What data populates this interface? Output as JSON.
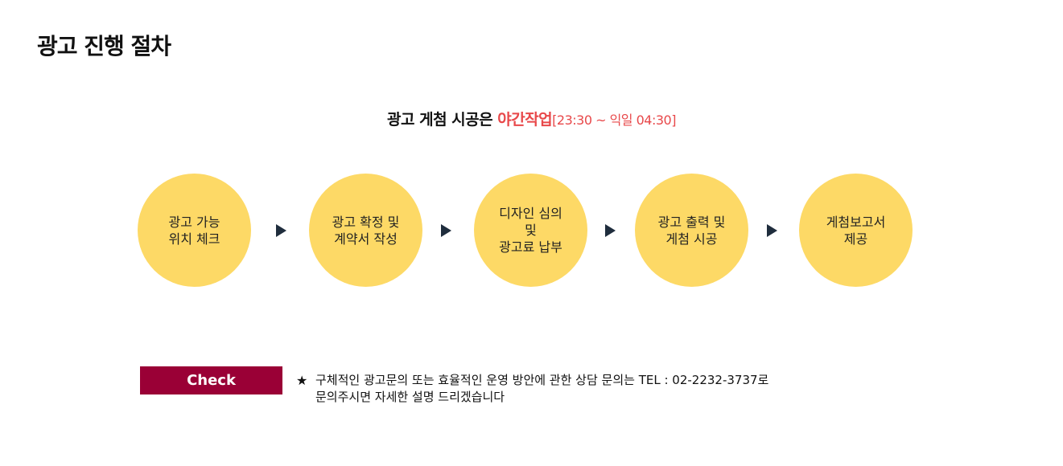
{
  "page": {
    "title": "광고 진행 절차"
  },
  "headline": {
    "prefix": "광고 게첨 시공은 ",
    "accent": "야간작업",
    "time": "[23:30 ~ 익일 04:30]"
  },
  "steps": [
    {
      "lines": [
        "광고 가능",
        "위치 체크"
      ]
    },
    {
      "lines": [
        "광고 확정 및",
        "계약서 작성"
      ]
    },
    {
      "lines": [
        "디자인 심의",
        "및",
        "광고료 납부"
      ]
    },
    {
      "lines": [
        "광고 출력 및",
        "게첨 시공"
      ]
    },
    {
      "lines": [
        "게첨보고서",
        "제공"
      ]
    }
  ],
  "check": {
    "badge": "Check",
    "star": "★",
    "line1": "구체적인 광고문의 또는 효율적인 운영 방안에 관한  상담 문의는  TEL : 02-2232-3737로",
    "line2": "문의주시면 자세한 설명 드리겠습니다"
  },
  "colors": {
    "circle": "#fdd966",
    "accent": "#e8484a",
    "badge": "#9a0036",
    "arrow": "#1f2d3d"
  },
  "icons": {
    "arrow": "triangle-right-icon",
    "star": "star-icon"
  }
}
